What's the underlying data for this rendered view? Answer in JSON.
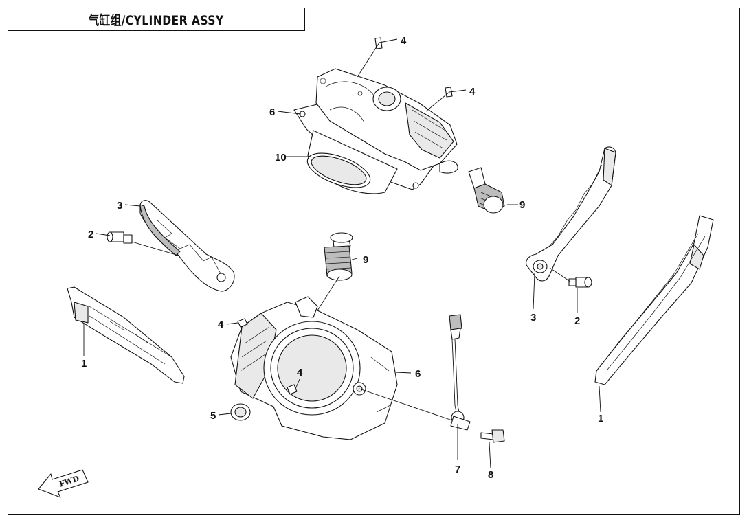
{
  "title": "气缸组/CYLINDER ASSY",
  "direction_label": "FWD",
  "callouts": {
    "c1a": "1",
    "c1b": "1",
    "c2a": "2",
    "c2b": "2",
    "c3a": "3",
    "c3b": "3",
    "c4a": "4",
    "c4b": "4",
    "c4c": "4",
    "c4d": "4",
    "c5": "5",
    "c6a": "6",
    "c6b": "6",
    "c7": "7",
    "c8": "8",
    "c9a": "9",
    "c9b": "9",
    "c10": "10"
  }
}
